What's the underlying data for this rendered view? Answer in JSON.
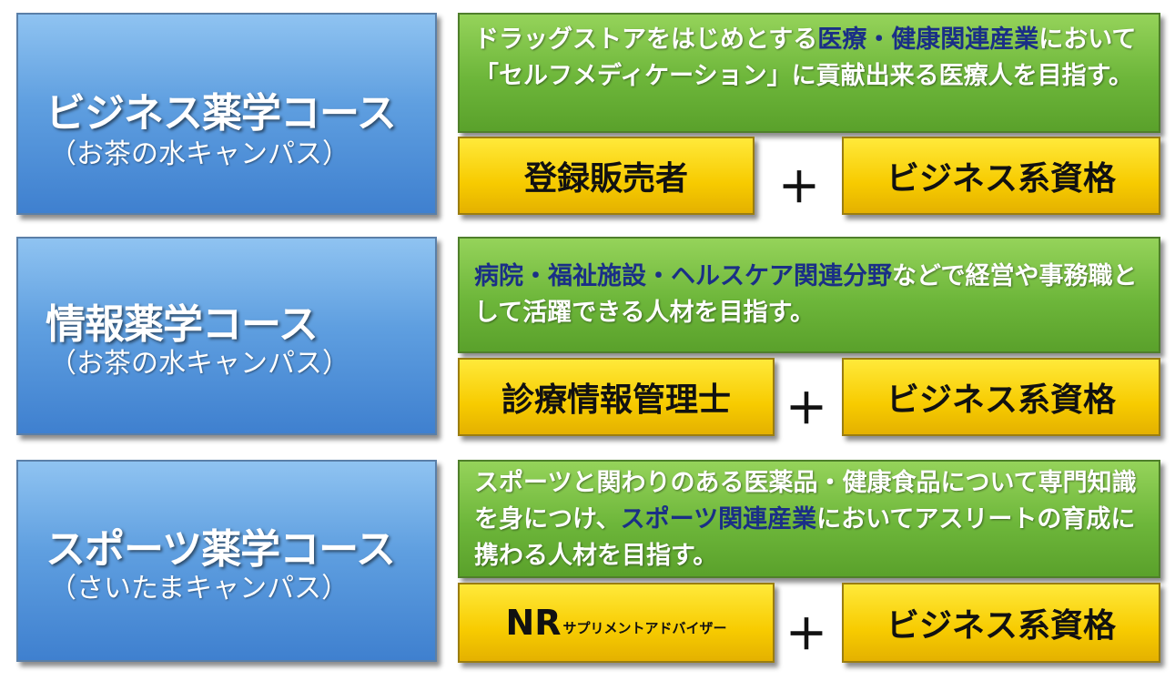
{
  "courses": [
    {
      "title": "ビジネス薬学コース",
      "campus": "（お茶の水キャンパス）",
      "desc_parts": [
        {
          "text": "ドラッグストア",
          "hl": false
        },
        {
          "text": "をはじめとする",
          "hl": false
        },
        {
          "text": "医療・健康関連産業",
          "hl": true
        },
        {
          "text": "において「セルフメディケーション」に貢献出来る医療人を目指す。",
          "hl": false
        }
      ],
      "qualification": "登録販売者",
      "plus": "＋",
      "business": "ビジネス系資格"
    },
    {
      "title": "情報薬学コース",
      "campus": "（お茶の水キャンパス）",
      "desc_parts": [
        {
          "text": "病院・福祉施設・ヘルスケア関連分野",
          "hl": true
        },
        {
          "text": "などで経営や事務職として活躍できる人材を目指す。",
          "hl": false
        }
      ],
      "qualification": "診療情報管理士",
      "plus": "＋",
      "business": "ビジネス系資格"
    },
    {
      "title": "スポーツ薬学コース",
      "campus": "（さいたまキャンパス）",
      "desc_parts": [
        {
          "text": "スポーツと関わりのある医薬品・健康食品について専門知識を身につけ、",
          "hl": false
        },
        {
          "text": "スポーツ関連産業",
          "hl": true
        },
        {
          "text": "においてアスリートの育成に携わる人材を目指す。",
          "hl": false
        }
      ],
      "qualification_main": "NR",
      "qualification_sub": "サプリメントアドバイザー",
      "plus": "＋",
      "business": "ビジネス系資格"
    }
  ]
}
